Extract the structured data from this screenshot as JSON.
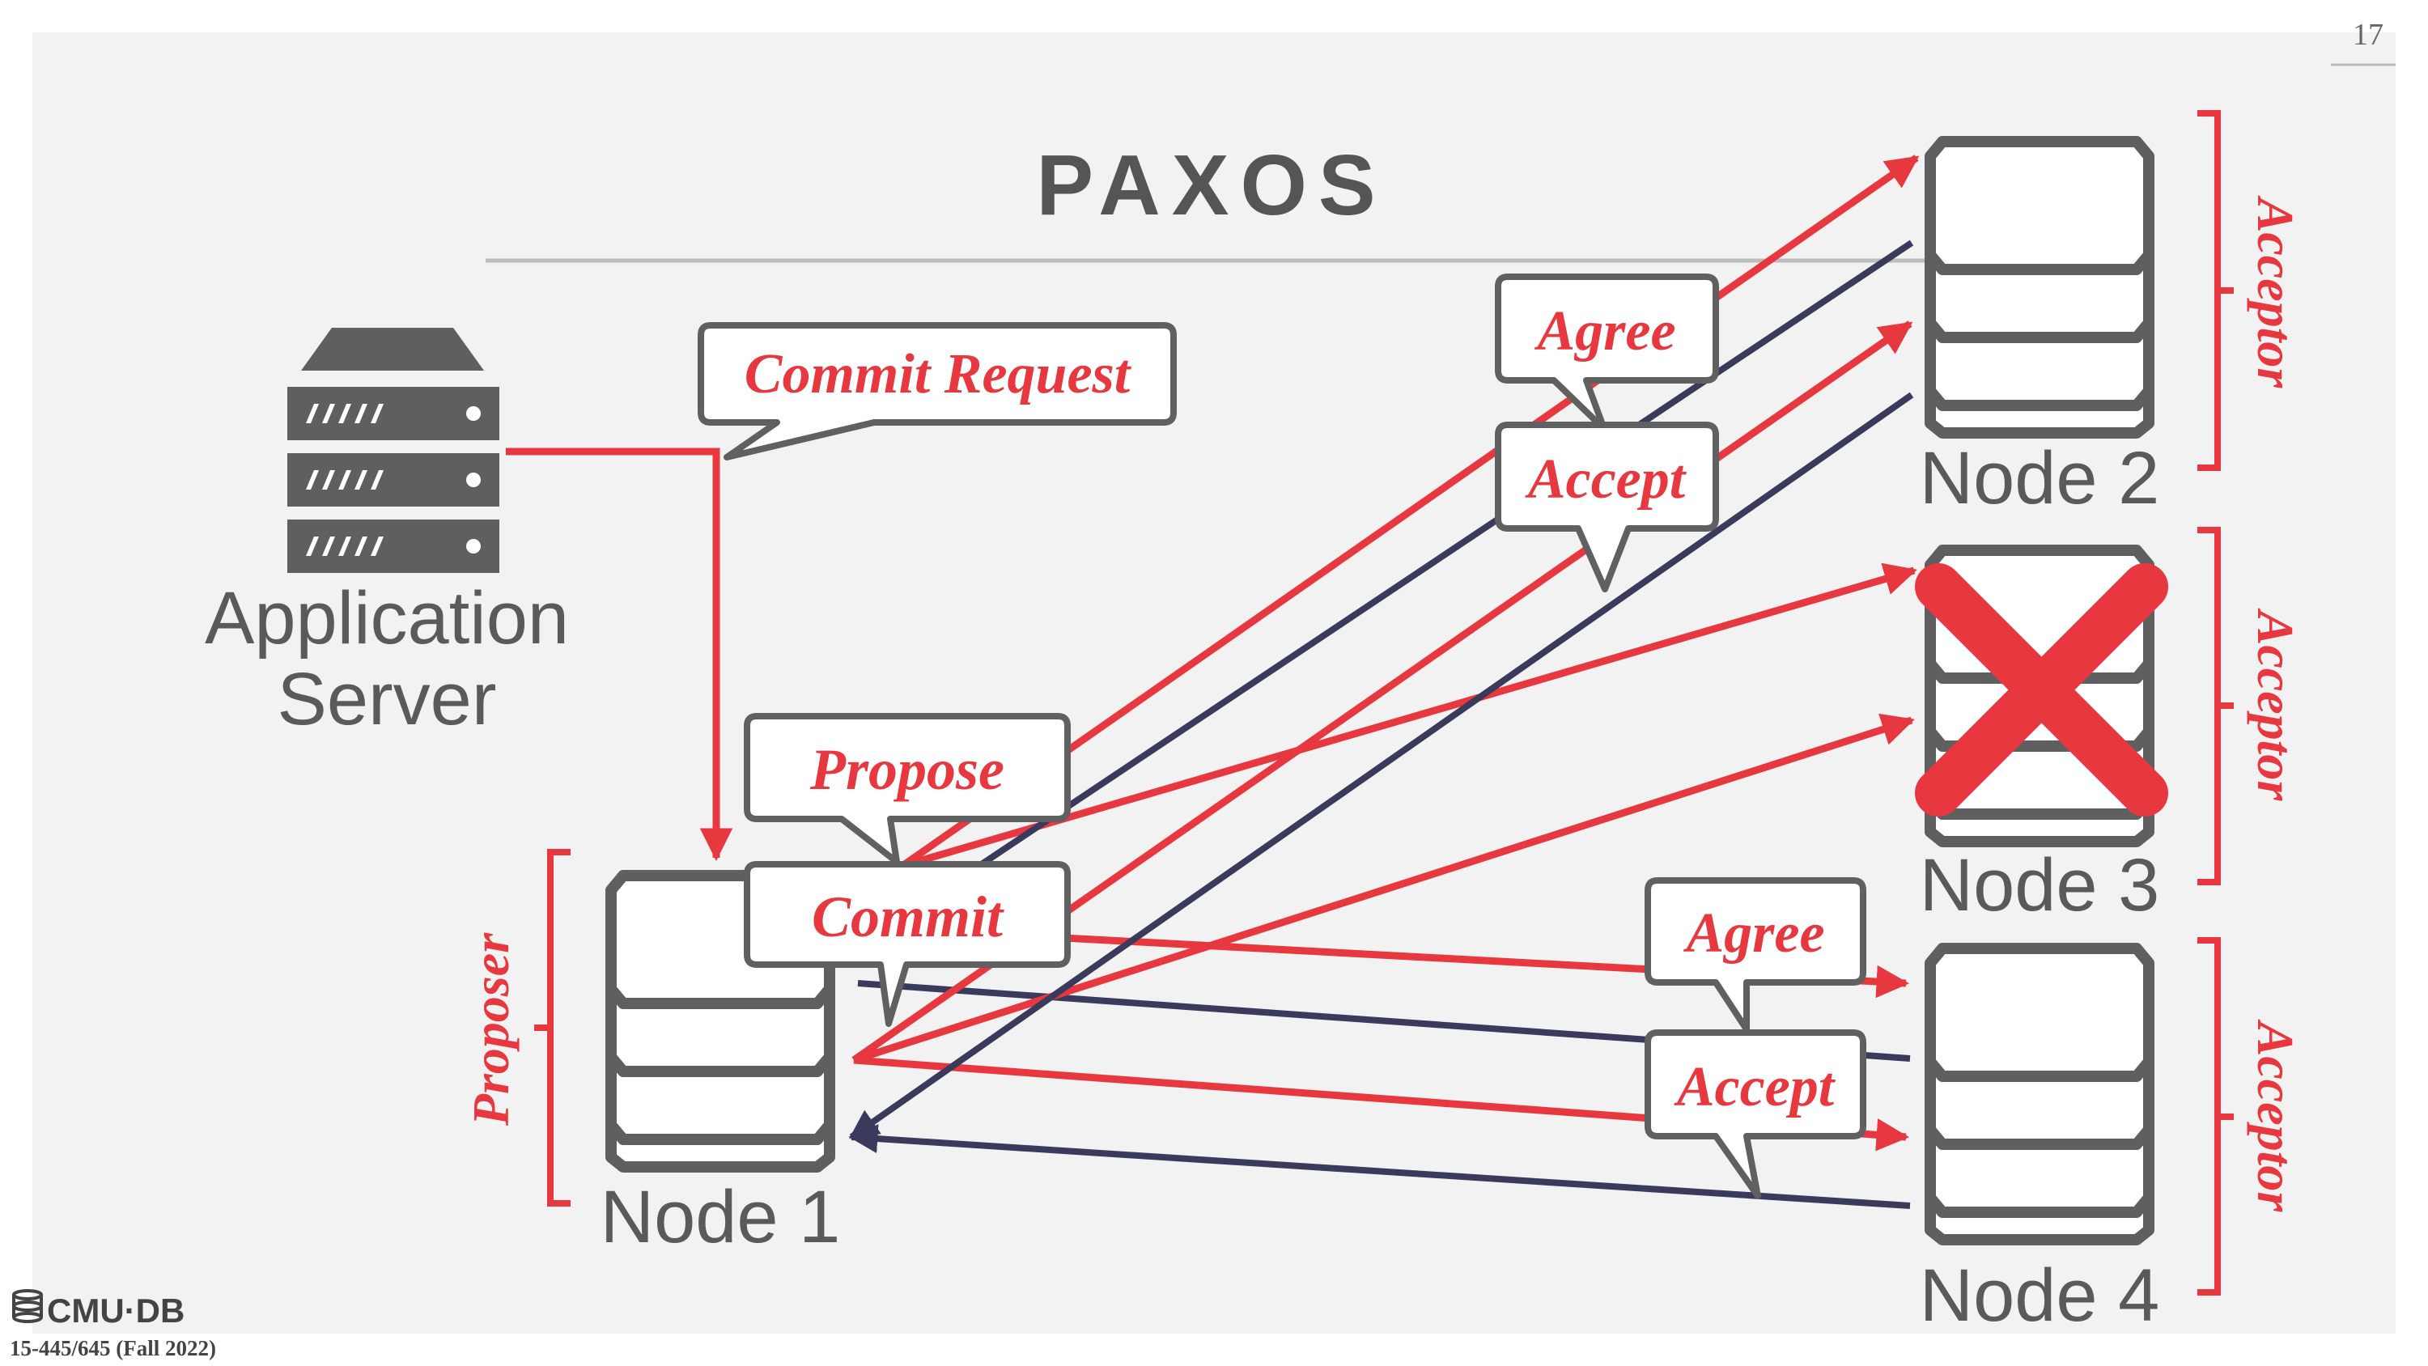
{
  "slide": {
    "page_number": "17",
    "title": "PAXOS",
    "footer": {
      "logo_text": "CMU·DB",
      "course": "15-445/645 (Fall 2022)"
    }
  },
  "diagram": {
    "app_server": {
      "label_line1": "Application",
      "label_line2": "Server"
    },
    "nodes": [
      {
        "id": "node1",
        "label": "Node 1",
        "role": "Proposer"
      },
      {
        "id": "node2",
        "label": "Node 2",
        "role": "Acceptor"
      },
      {
        "id": "node3",
        "label": "Node 3",
        "role": "Acceptor",
        "failed": true
      },
      {
        "id": "node4",
        "label": "Node 4",
        "role": "Acceptor"
      }
    ],
    "messages": {
      "commit_request": "Commit Request",
      "propose": "Propose",
      "commit": "Commit",
      "agree_node2": "Agree",
      "accept_node2": "Accept",
      "agree_node4": "Agree",
      "accept_node4": "Accept"
    },
    "colors": {
      "accent_red": "#e8383f",
      "reply_navy": "#3a3a5c",
      "db_gray": "#5f5f5f",
      "text_gray": "#5a5a5a",
      "background": "#f2f2f2"
    }
  }
}
